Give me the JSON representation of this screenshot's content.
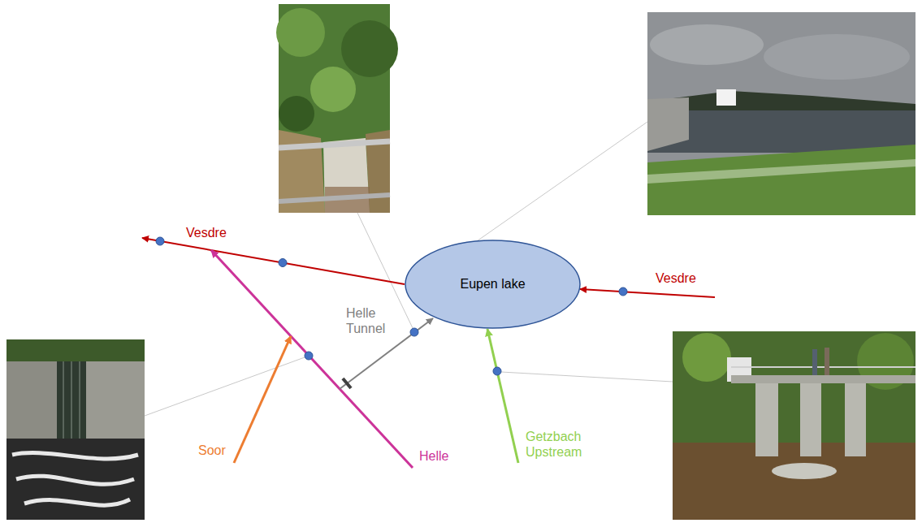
{
  "diagram": {
    "nodes": [
      {
        "text": [
          "Eupen lake"
        ]
      }
    ],
    "edges": [],
    "labels": [
      "Vesdre",
      "Vesdre",
      "Helle Tunnel",
      "Getzbach Upstream",
      "Soor",
      "Helle"
    ]
  }
}
